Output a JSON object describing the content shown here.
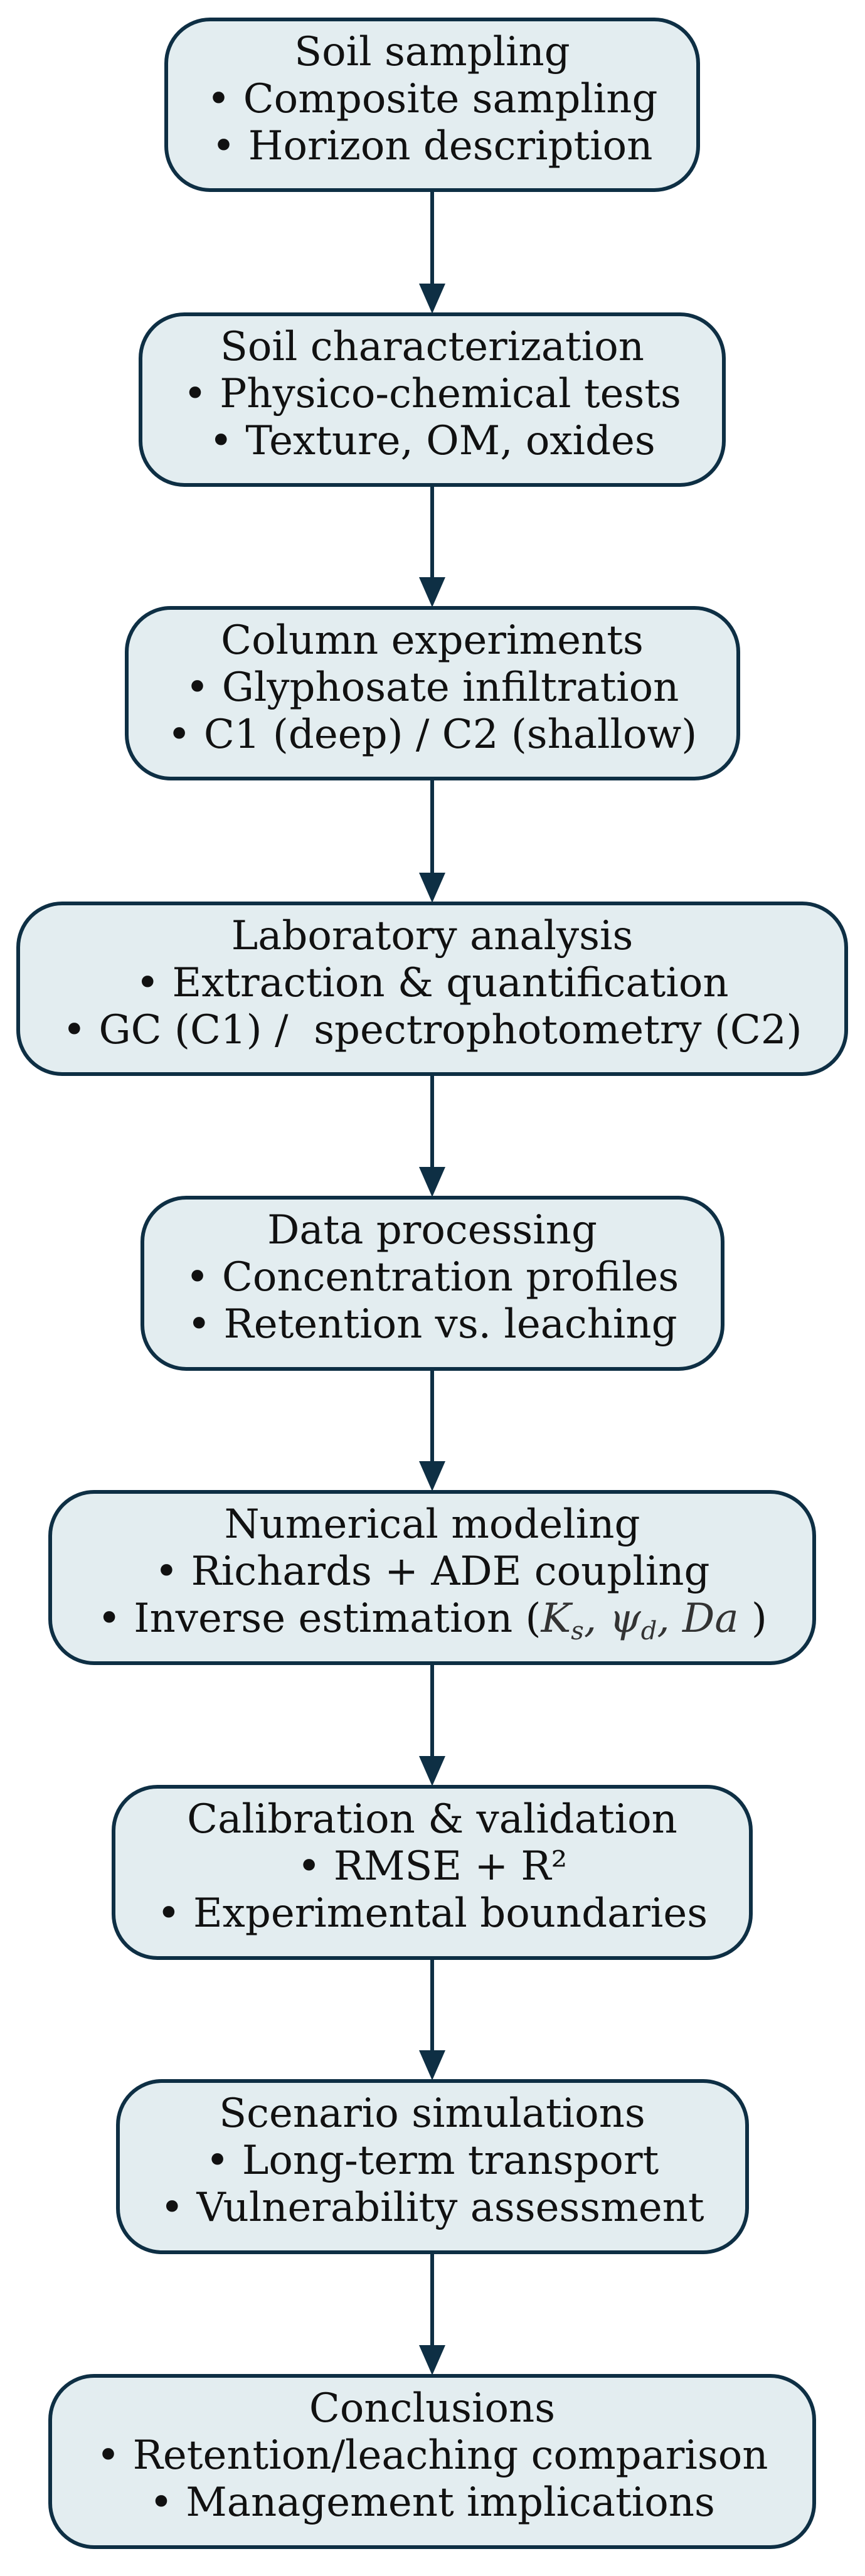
{
  "nodes": [
    {
      "lines": [
        "Soil sampling",
        "• Composite sampling",
        "• Horizon description"
      ]
    },
    {
      "lines": [
        "Soil characterization",
        "• Physico-chemical tests",
        "• Texture, OM, oxides"
      ]
    },
    {
      "lines": [
        "Column experiments",
        "• Glyphosate infiltration",
        "• C1 (deep) / C2 (shallow)"
      ]
    },
    {
      "lines": [
        "Laboratory analysis",
        "• Extraction & quantification",
        "• GC (C1) /  spectrophotometry (C2)"
      ]
    },
    {
      "lines": [
        "Data processing",
        "• Concentration profiles",
        "• Retention vs. leaching"
      ]
    },
    {
      "lines": [
        "Numerical modeling",
        "• Richards + ADE coupling"
      ],
      "math_line": {
        "prefix": "• Inverse estimation (",
        "k": "K",
        "k_sub": "s",
        "sep1": ", ",
        "psi": "ψ",
        "psi_sub": "d",
        "sep2": ", ",
        "da": "Da",
        "suffix": " )"
      }
    },
    {
      "lines": [
        "Calibration & validation",
        "• RMSE + R²",
        "• Experimental boundaries"
      ]
    },
    {
      "lines": [
        "Scenario simulations",
        "• Long-term transport",
        "• Vulnerability assessment"
      ]
    },
    {
      "lines": [
        "Conclusions",
        "• Retention/leaching comparison",
        "• Management implications"
      ]
    }
  ],
  "edges": [
    {
      "from": 0,
      "to": 1
    },
    {
      "from": 1,
      "to": 2
    },
    {
      "from": 2,
      "to": 3
    },
    {
      "from": 3,
      "to": 4
    },
    {
      "from": 4,
      "to": 5
    },
    {
      "from": 5,
      "to": 6
    },
    {
      "from": 6,
      "to": 7
    },
    {
      "from": 7,
      "to": 8
    }
  ],
  "colors": {
    "node_fill": "#e3edf0",
    "node_stroke": "#0e2f44",
    "text": "#111111",
    "arrow": "#0e2f44"
  }
}
